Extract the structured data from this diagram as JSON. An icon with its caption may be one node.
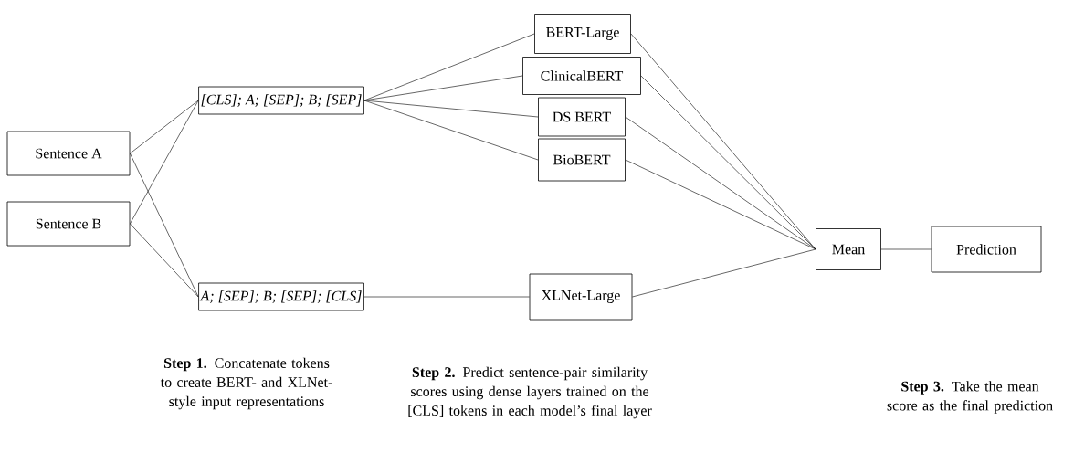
{
  "diagram": {
    "nodes": [
      {
        "text": [
          "Sentence A"
        ]
      },
      {
        "text": [
          "Sentence B"
        ]
      },
      {
        "text": [
          "[CLS]; A; [SEP]; B; [SEP]"
        ]
      },
      {
        "text": [
          "A; [SEP]; B; [SEP]; [CLS]"
        ]
      },
      {
        "text": [
          "BERT-Large"
        ]
      },
      {
        "text": [
          "ClinicalBERT"
        ]
      },
      {
        "text": [
          "DS BERT"
        ]
      },
      {
        "text": [
          "BioBERT"
        ]
      },
      {
        "text": [
          "XLNet-Large"
        ]
      },
      {
        "text": [
          "Mean"
        ]
      },
      {
        "text": [
          "Prediction"
        ]
      }
    ],
    "edges": [
      {
        "from": 0,
        "to": 2,
        "arrow": "none"
      },
      {
        "from": 0,
        "to": 3,
        "arrow": "none"
      },
      {
        "from": 1,
        "to": 2,
        "arrow": "none"
      },
      {
        "from": 1,
        "to": 3,
        "arrow": "none"
      },
      {
        "from": 2,
        "to": 4,
        "arrow": "none"
      },
      {
        "from": 2,
        "to": 5,
        "arrow": "none"
      },
      {
        "from": 2,
        "to": 6,
        "arrow": "none"
      },
      {
        "from": 2,
        "to": 7,
        "arrow": "none"
      },
      {
        "from": 3,
        "to": 8,
        "arrow": "none"
      },
      {
        "from": 4,
        "to": 9,
        "arrow": "none"
      },
      {
        "from": 5,
        "to": 9,
        "arrow": "none"
      },
      {
        "from": 6,
        "to": 9,
        "arrow": "none"
      },
      {
        "from": 7,
        "to": 9,
        "arrow": "none"
      },
      {
        "from": 8,
        "to": 9,
        "arrow": "none"
      },
      {
        "from": 9,
        "to": 10,
        "arrow": "none"
      }
    ],
    "labels": [
      "**Step 1.** Concatenate tokens to create BERT- and XLNet-style input representations",
      "**Step 2.** Predict sentence-pair similarity scores using dense layers trained on the [CLS] tokens in each model’s final layer",
      "**Step 3.** Take the mean score as the final prediction"
    ]
  }
}
